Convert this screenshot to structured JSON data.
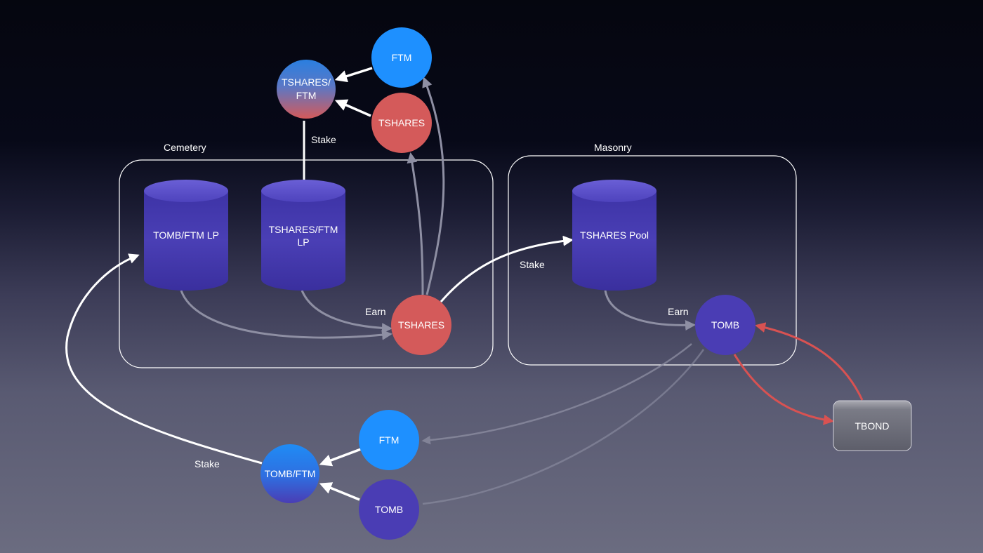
{
  "groups": {
    "cemetery": "Cemetery",
    "masonry": "Masonry"
  },
  "pools": {
    "tomb_ftm_lp": "TOMB/FTM LP",
    "tshares_ftm_lp_line1": "TSHARES/FTM",
    "tshares_ftm_lp_line2": "LP",
    "tshares_pool": "TSHARES Pool"
  },
  "tokens": {
    "ftm_top": "FTM",
    "tshares_ftm_line1": "TSHARES/",
    "tshares_ftm_line2": "FTM",
    "tshares_top": "TSHARES",
    "tshares_mid": "TSHARES",
    "tomb_masonry": "TOMB",
    "tbond": "TBOND",
    "ftm_bottom": "FTM",
    "tomb_ftm": "TOMB/FTM",
    "tomb_bottom": "TOMB"
  },
  "edge_labels": {
    "stake_top": "Stake",
    "stake_masonry": "Stake",
    "stake_bottom": "Stake",
    "earn_cemetery": "Earn",
    "earn_masonry": "Earn"
  },
  "colors": {
    "ftm": "#1e90ff",
    "tshares": "#d45a5a",
    "tomb": "#4a3db4",
    "pool": "#4b3fb3",
    "white_arrow": "#ffffff",
    "gray_arrow": "#8e8fa3",
    "red_arrow": "#d85252"
  }
}
